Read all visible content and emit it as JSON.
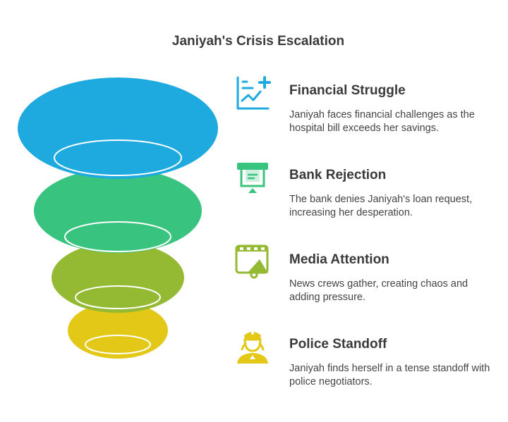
{
  "title": "Janiyah's Crisis Escalation",
  "colors": {
    "financial": "#1eaadf",
    "bank": "#38c47f",
    "media": "#94b933",
    "police": "#e3c818",
    "text": "#3a3a3a"
  },
  "steps": [
    {
      "label": "Financial Struggle",
      "description": "Janiyah faces financial challenges as the hospital bill exceeds her savings.",
      "icon": "chart-plus-icon"
    },
    {
      "label": "Bank Rejection",
      "description": "The bank denies Janiyah's loan request, increasing her desperation.",
      "icon": "atm-receipt-icon"
    },
    {
      "label": "Media Attention",
      "description": "News crews gather, creating chaos and adding pressure.",
      "icon": "film-megaphone-icon"
    },
    {
      "label": "Police Standoff",
      "description": "Janiyah finds herself in a tense standoff with police negotiators.",
      "icon": "police-officer-icon"
    }
  ]
}
